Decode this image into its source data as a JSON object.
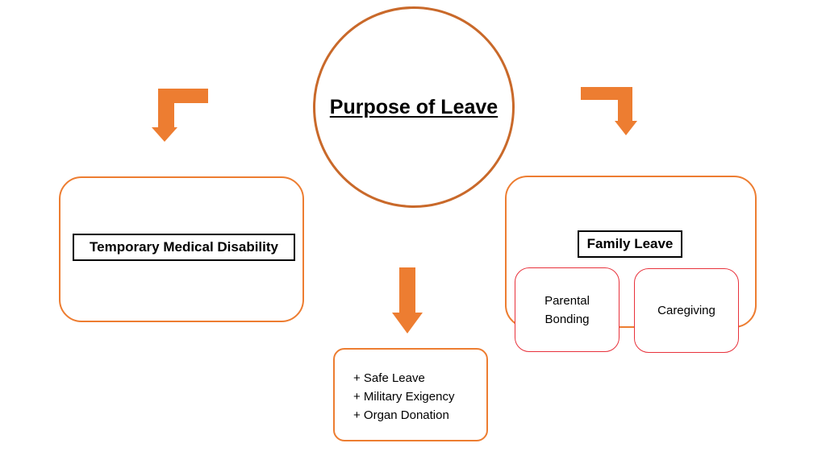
{
  "center": {
    "title": "Purpose of Leave"
  },
  "left_box": {
    "label": "Temporary Medical Disability"
  },
  "right_box": {
    "label": "Family Leave",
    "sub_items": [
      {
        "label": "Parental\nBonding"
      },
      {
        "label": "Caregiving"
      }
    ]
  },
  "bottom_box": {
    "items": [
      "+ Safe Leave",
      "+ Military Exigency",
      "+ Organ Donation"
    ]
  },
  "colors": {
    "arrow": "#ED7D31",
    "circle_border": "#C9692A",
    "box_border": "#ED7D31",
    "sub_box_border": "#E8323C",
    "label_border": "#000000"
  }
}
